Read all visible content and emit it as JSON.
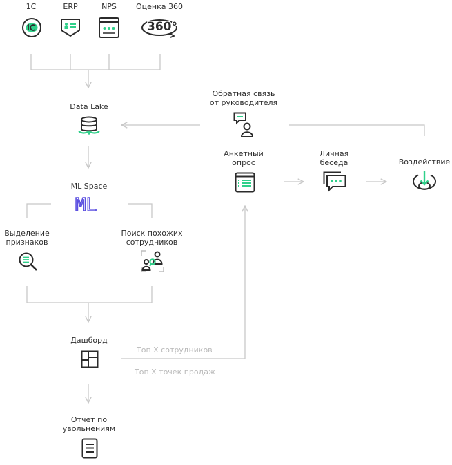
{
  "sources": {
    "onec": "1С",
    "erp": "ERP",
    "nps": "NPS",
    "ocenka": "Оценка 360",
    "logo_360": "360°"
  },
  "nodes": {
    "data_lake": "Data Lake",
    "ml_space": "ML Space",
    "ml_logo": "ML",
    "features_1": "Выделение",
    "features_2": "признаков",
    "similar_1": "Поиск похожих",
    "similar_2": "сотрудников",
    "dashboard": "Дашборд",
    "report_1": "Отчет по",
    "report_2": "увольнениям",
    "feedback_1": "Обратная связь",
    "feedback_2": "от руководителя",
    "survey_1": "Анкетный",
    "survey_2": "опрос",
    "talk_1": "Личная",
    "talk_2": "беседа",
    "impact": "Воздействие"
  },
  "annotations": {
    "top_employees": "Топ X сотрудников",
    "top_points": "Топ X точек продаж"
  },
  "colors": {
    "icon_stroke": "#2b2b2b",
    "accent_green": "#2fd08a",
    "ml_purple": "#5b4fe0",
    "line_gray": "#c8c8c8",
    "text_gray": "#b9b9b9"
  },
  "icons": {
    "onec": "1c-logo-icon",
    "erp": "erp-card-icon",
    "nps": "nps-window-icon",
    "ocenka": "rotate-360-icon",
    "data_lake": "database-icon",
    "features": "magnifier-list-icon",
    "similar": "people-search-icon",
    "dashboard": "dashboard-layout-icon",
    "report": "document-icon",
    "feedback": "manager-chat-icon",
    "survey": "survey-form-icon",
    "talk": "chat-bubbles-icon",
    "impact": "target-arrow-icon"
  }
}
